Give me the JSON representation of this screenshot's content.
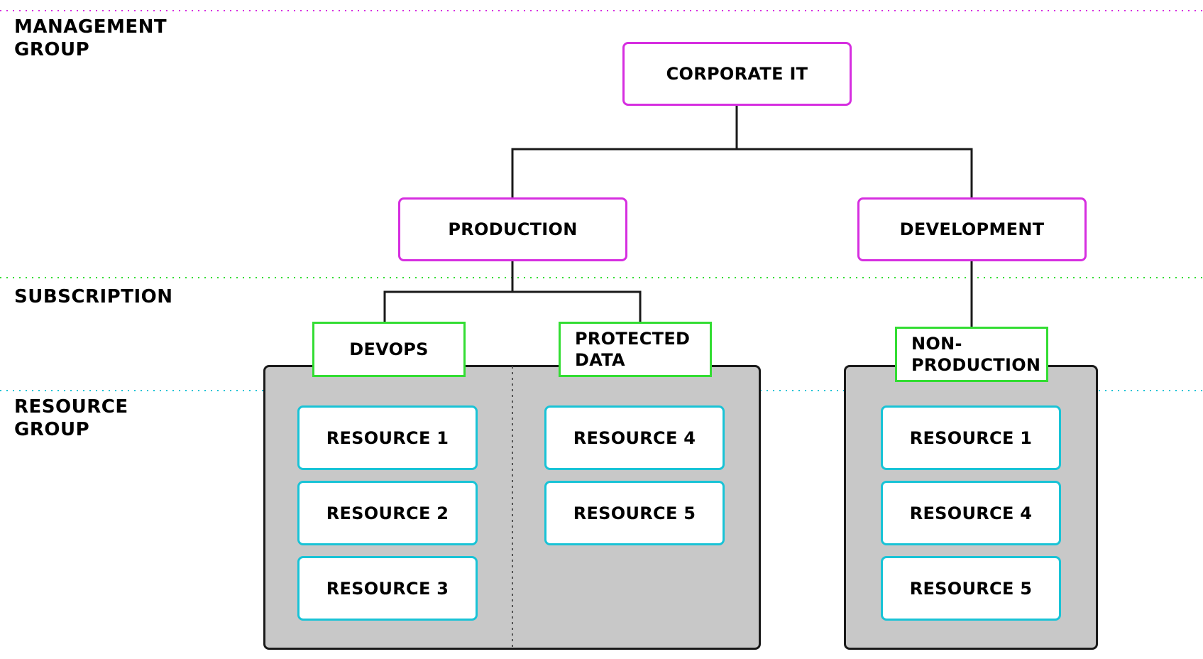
{
  "tiers": {
    "management_group": "MANAGEMENT\nGROUP",
    "subscription": "SUBSCRIPTION",
    "resource_group": "RESOURCE\nGROUP"
  },
  "management_groups": {
    "root": "CORPORATE IT",
    "production": "PRODUCTION",
    "development": "DEVELOPMENT"
  },
  "subscriptions": {
    "devops": "DEVOPS",
    "protected_data": "PROTECTED\nDATA",
    "non_production": "NON-\nPRODUCTION"
  },
  "resources": {
    "devops": [
      "RESOURCE 1",
      "RESOURCE 2",
      "RESOURCE 3"
    ],
    "protected_data": [
      "RESOURCE 4",
      "RESOURCE 5"
    ],
    "non_production": [
      "RESOURCE 1",
      "RESOURCE 4",
      "RESOURCE 5"
    ]
  },
  "colors": {
    "management_group": "#d62ee0",
    "subscription": "#33dd33",
    "resource_group": "#19c3d6",
    "panel_fill": "#c8c8c8",
    "connector": "#1a1a1a"
  }
}
